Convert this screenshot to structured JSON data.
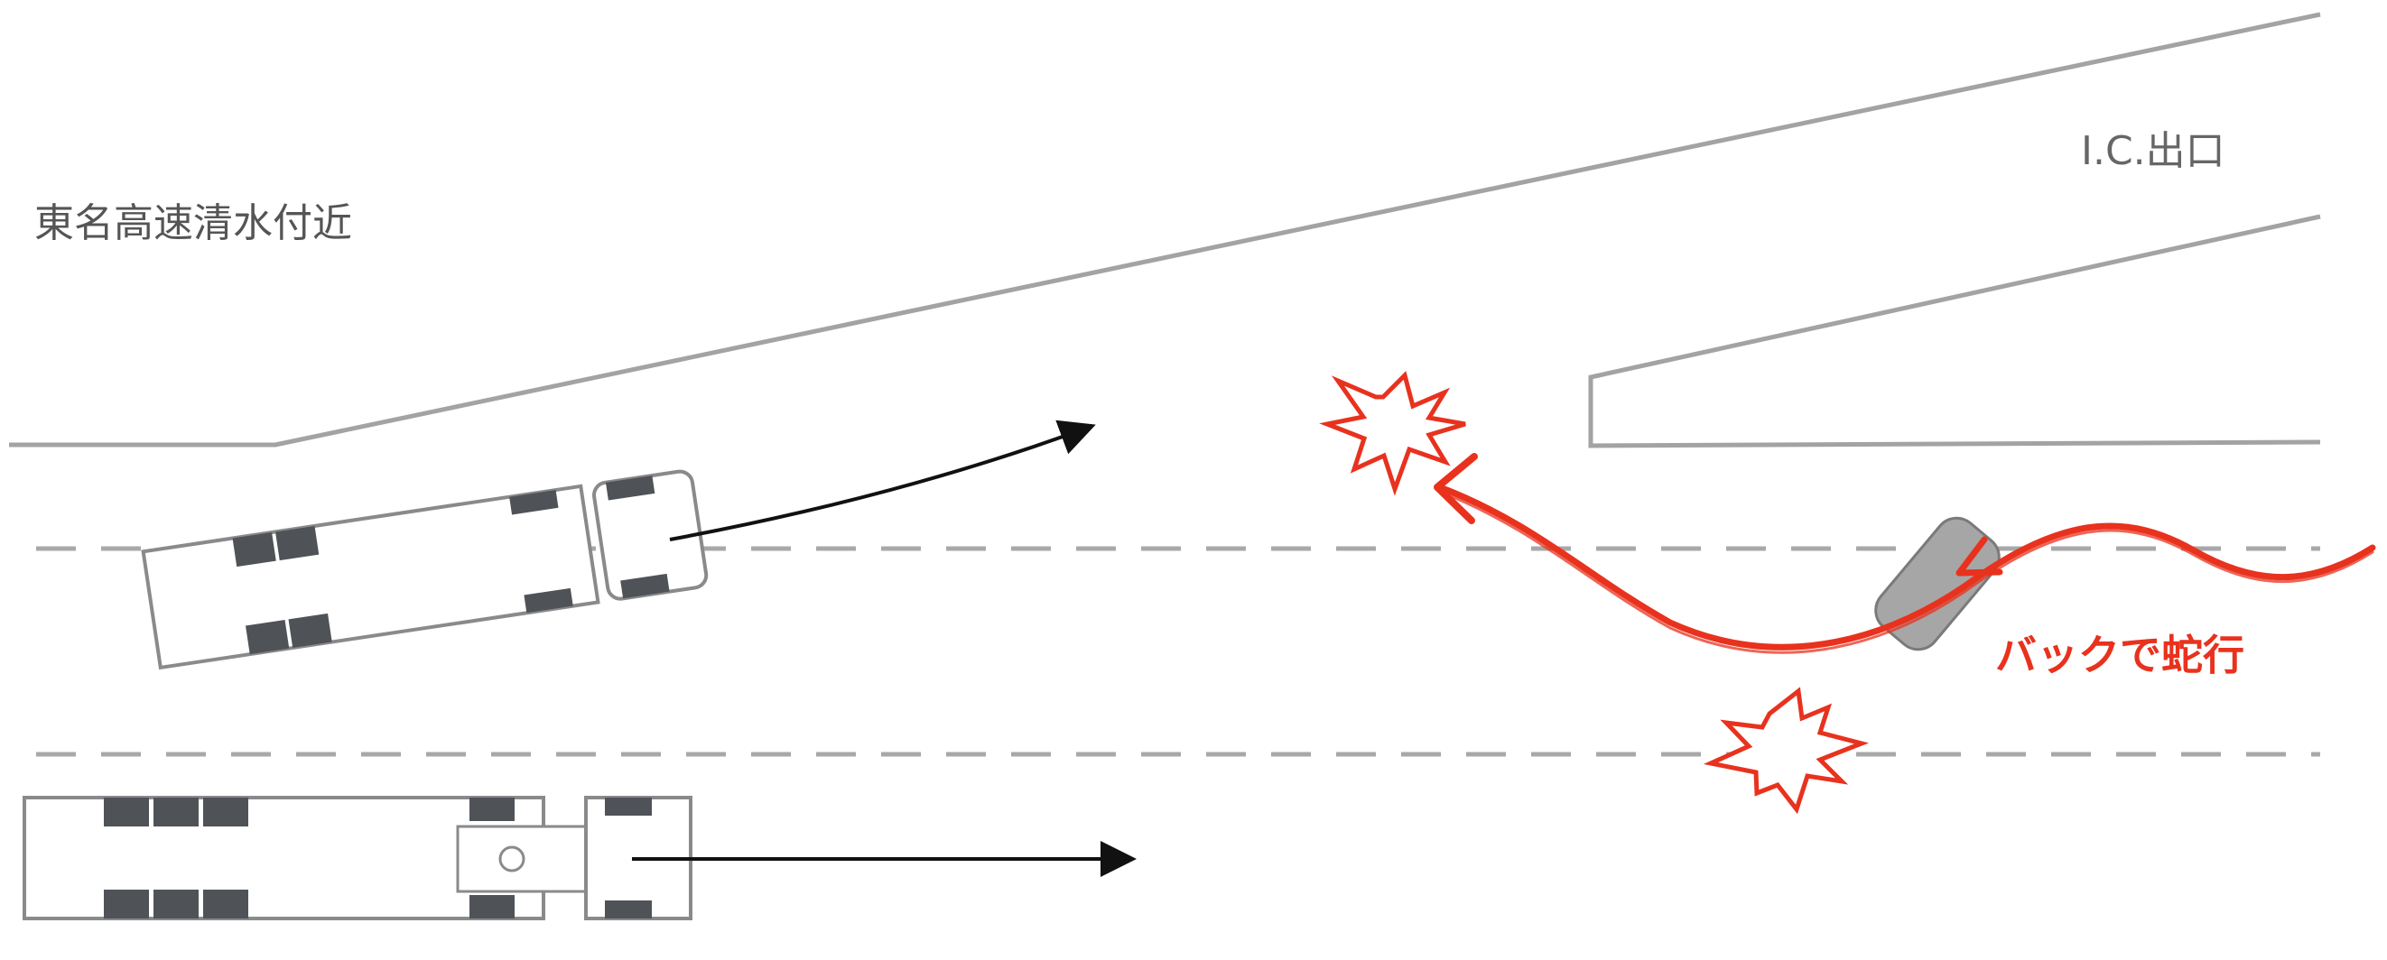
{
  "labels": {
    "location": "東名高速清水付近",
    "exit": "I.C.出口",
    "action": "バックで蛇行"
  },
  "colors": {
    "road_line": "#a3a3a3",
    "lane_dash": "#a8a8a8",
    "vehicle_outline": "#8a8a8c",
    "tire": "#4f5358",
    "arrow": "#111111",
    "hazard_red": "#e8321e",
    "small_car": "#a6a6a6"
  },
  "icons": {
    "collision": "starburst-icon",
    "direction": "arrow-icon"
  }
}
